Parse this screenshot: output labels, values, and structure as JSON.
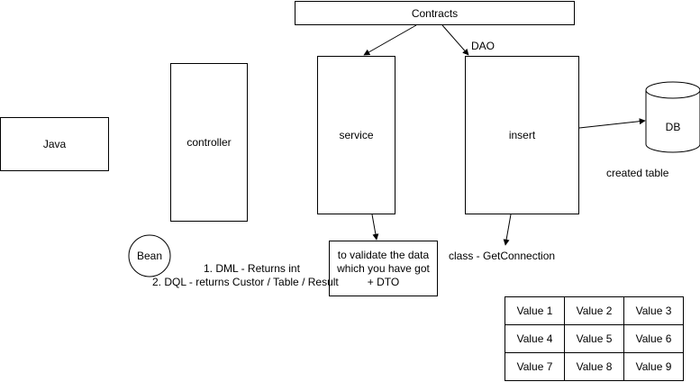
{
  "nodes": {
    "contracts": "Contracts",
    "java": "Java",
    "controller": "controller",
    "service": "service",
    "insert": "insert",
    "db": "DB",
    "bean": "Bean",
    "validate": "to validate the data which you have got + DTO"
  },
  "labels": {
    "dao": "DAO",
    "created_table": "created table",
    "get_connection": "class - GetConnection",
    "dml": "1. DML - Returns int",
    "dql": "2. DQL - returns Custor / Table / Result"
  },
  "table": {
    "rows": [
      [
        "Value 1",
        "Value 2",
        "Value 3"
      ],
      [
        "Value 4",
        "Value 5",
        "Value 6"
      ],
      [
        "Value 7",
        "Value 8",
        "Value 9"
      ]
    ]
  }
}
